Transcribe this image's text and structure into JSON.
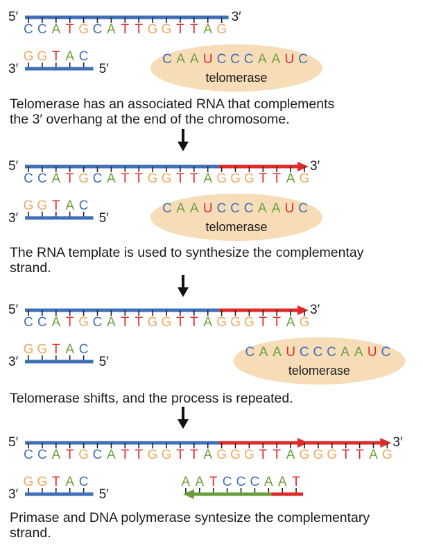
{
  "labels": {
    "five_prime": "5′",
    "three_prime": "3′"
  },
  "colors": {
    "A": "#6a9e3a",
    "C": "#3f6fb8",
    "G": "#f0a860",
    "T": "#e02a2a",
    "U": "#e02a2a",
    "strand_blue": "#3f6fb8",
    "strand_red": "#e02a2a",
    "strand_green": "#6a9e3a",
    "enzyme_fill": "#f7dcb8",
    "arrow": "#111111"
  },
  "telomerase": {
    "label": "telomerase",
    "rna": "CAAUCCCAAUC"
  },
  "stages": [
    {
      "top_seq": "CCATGCATTGGTTAG",
      "red_segments": [],
      "bottom_seq": "GGTAC",
      "show_telomerase": true,
      "telomerase_shift": 0,
      "primer": null,
      "caption": [
        "Telomerase has an associated RNA that complements",
        "the 3′ overhang at the end of the chromosome."
      ]
    },
    {
      "top_seq": "CCATGCATTGGTTAGGGTTAG",
      "red_segments": [
        [
          14,
          20
        ]
      ],
      "bottom_seq": "GGTAC",
      "show_telomerase": true,
      "telomerase_shift": 0,
      "primer": null,
      "caption": [
        "The RNA template is used to synthesize the complementay",
        "strand."
      ]
    },
    {
      "top_seq": "CCATGCATTGGTTAGGGTTAG",
      "red_segments": [
        [
          14,
          20
        ]
      ],
      "bottom_seq": "GGTAC",
      "show_telomerase": true,
      "telomerase_shift": 6,
      "primer": null,
      "caption": [
        "Telomerase shifts, and the process is repeated."
      ]
    },
    {
      "top_seq": "CCATGCATTGGTTAGGGTTAGGGTTAG",
      "red_segments": [
        [
          14,
          20
        ],
        [
          20,
          26
        ]
      ],
      "bottom_seq": "GGTAC",
      "show_telomerase": false,
      "telomerase_shift": 0,
      "primer": {
        "seq": "AATCCCAAT",
        "start_index": 11,
        "red_count": 2
      },
      "caption": [
        "Primase and DNA polymerase syntesize the complementary",
        "strand."
      ]
    }
  ]
}
